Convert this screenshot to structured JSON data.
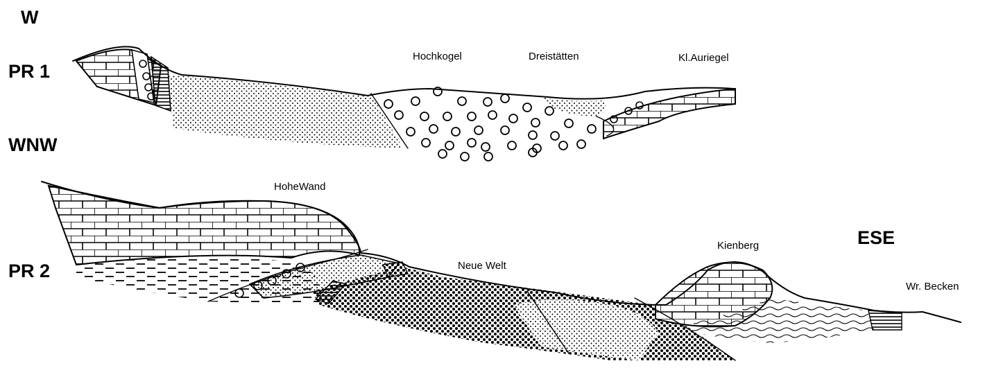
{
  "directions": {
    "west": "W",
    "west_north_west": "WNW",
    "east_south_east": "ESE"
  },
  "profiles": {
    "profile_1": "PR 1",
    "profile_2": "PR 2"
  },
  "localities": {
    "hochkogel": "Hochkogel",
    "dreistaetten": "Dreistätten",
    "kl_auriegel": "Kl.Auriegel",
    "hohe_wand": "HoheWand",
    "neue_welt": "Neue Welt",
    "kienberg": "Kienberg",
    "wr_becken": "Wr. Becken"
  }
}
